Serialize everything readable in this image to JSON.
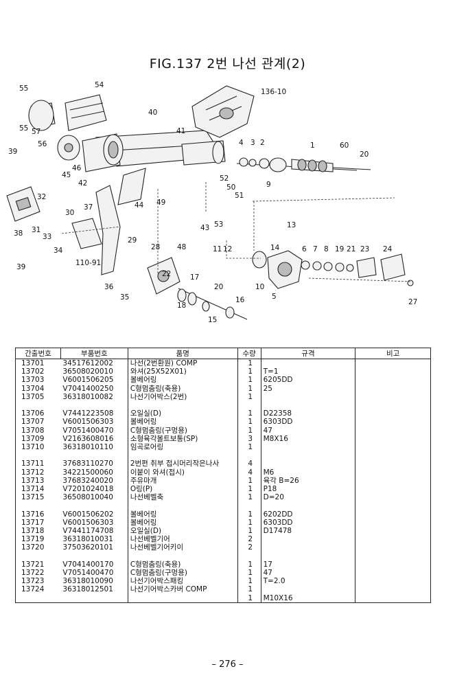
{
  "title": "FIG.137 2번 나선 관계(2)",
  "callouts": [
    "55",
    "54",
    "136-10",
    "55",
    "57",
    "56",
    "40",
    "41",
    "39",
    "46",
    "45",
    "42",
    "44",
    "49",
    "52",
    "50",
    "51",
    "53",
    "43",
    "48",
    "4",
    "3",
    "2",
    "1",
    "60",
    "20",
    "9",
    "32",
    "31",
    "33",
    "30",
    "37",
    "38",
    "34",
    "39",
    "110-91",
    "29",
    "28",
    "22",
    "17",
    "18",
    "20",
    "16",
    "15",
    "36",
    "35",
    "13",
    "14",
    "11",
    "12",
    "10",
    "6",
    "7",
    "8",
    "19",
    "21",
    "23",
    "24",
    "5",
    "27"
  ],
  "table": {
    "headers": [
      "간출번호",
      "부품번호",
      "품명",
      "수량",
      "규격",
      "비고"
    ],
    "rows": [
      {
        "ref": "13701",
        "part": "34517612002",
        "name": "나선(2번환원) COMP",
        "qty": "1",
        "spec": ""
      },
      {
        "ref": "13702",
        "part": "36508020010",
        "name": "와셔(25X52X01)",
        "qty": "1",
        "spec": "T=1"
      },
      {
        "ref": "13703",
        "part": "V6001506205",
        "name": "볼베어링",
        "qty": "1",
        "spec": "6205DD"
      },
      {
        "ref": "13704",
        "part": "V7041400250",
        "name": "C형멈춤링(축용)",
        "qty": "1",
        "spec": "25"
      },
      {
        "ref": "13705",
        "part": "36318010082",
        "name": "나선기어박스(2번)",
        "qty": "1",
        "spec": ""
      },
      {
        "ref": "",
        "part": "",
        "name": "",
        "qty": "",
        "spec": ""
      },
      {
        "ref": "13706",
        "part": "V7441223508",
        "name": "오일실(D)",
        "qty": "1",
        "spec": "D22358"
      },
      {
        "ref": "13707",
        "part": "V6001506303",
        "name": "볼베어링",
        "qty": "1",
        "spec": "6303DD"
      },
      {
        "ref": "13708",
        "part": "V7051400470",
        "name": "C형멈춤링(구멍용)",
        "qty": "1",
        "spec": "47"
      },
      {
        "ref": "13709",
        "part": "V2163608016",
        "name": "소형육각볼트보통(SP)",
        "qty": "3",
        "spec": "M8X16"
      },
      {
        "ref": "13710",
        "part": "36318010110",
        "name": "임곡로어링",
        "qty": "1",
        "spec": ""
      },
      {
        "ref": "",
        "part": "",
        "name": "",
        "qty": "",
        "spec": ""
      },
      {
        "ref": "13711",
        "part": "37683110270",
        "name": "2번편 취부 접시머리작은나사",
        "qty": "4",
        "spec": ""
      },
      {
        "ref": "13712",
        "part": "34221500060",
        "name": "이붙이 와셔(접시)",
        "qty": "4",
        "spec": "M6"
      },
      {
        "ref": "13713",
        "part": "37683240020",
        "name": "주유마개",
        "qty": "1",
        "spec": "육각 B=26"
      },
      {
        "ref": "13714",
        "part": "V7201024018",
        "name": "O링(P)",
        "qty": "1",
        "spec": "P18"
      },
      {
        "ref": "13715",
        "part": "36508010040",
        "name": "나선베벨축",
        "qty": "1",
        "spec": "D=20"
      },
      {
        "ref": "",
        "part": "",
        "name": "",
        "qty": "",
        "spec": ""
      },
      {
        "ref": "13716",
        "part": "V6001506202",
        "name": "볼베어링",
        "qty": "1",
        "spec": "6202DD"
      },
      {
        "ref": "13717",
        "part": "V6001506303",
        "name": "볼베어링",
        "qty": "1",
        "spec": "6303DD"
      },
      {
        "ref": "13718",
        "part": "V7441174708",
        "name": "오일실(D)",
        "qty": "1",
        "spec": "D17478"
      },
      {
        "ref": "13719",
        "part": "36318010031",
        "name": "나선베벨기어",
        "qty": "2",
        "spec": ""
      },
      {
        "ref": "13720",
        "part": "37503620101",
        "name": "나선베벨기어키이",
        "qty": "2",
        "spec": ""
      },
      {
        "ref": "",
        "part": "",
        "name": "",
        "qty": "",
        "spec": ""
      },
      {
        "ref": "13721",
        "part": "V7041400170",
        "name": "C형멈춤링(축용)",
        "qty": "1",
        "spec": "17"
      },
      {
        "ref": "13722",
        "part": "V7051400470",
        "name": "C형멈춤링(구멍용)",
        "qty": "1",
        "spec": "47"
      },
      {
        "ref": "13723",
        "part": "36318010090",
        "name": "나선기어박스패킹",
        "qty": "1",
        "spec": "T=2.0"
      },
      {
        "ref": "13724",
        "part": "36318012501",
        "name": "나선기어박스카버 COMP",
        "qty": "1",
        "spec": ""
      },
      {
        "ref": "",
        "part": "",
        "name": "",
        "qty": "1",
        "spec": "M10X16"
      }
    ]
  },
  "page_number": "– 276 –"
}
